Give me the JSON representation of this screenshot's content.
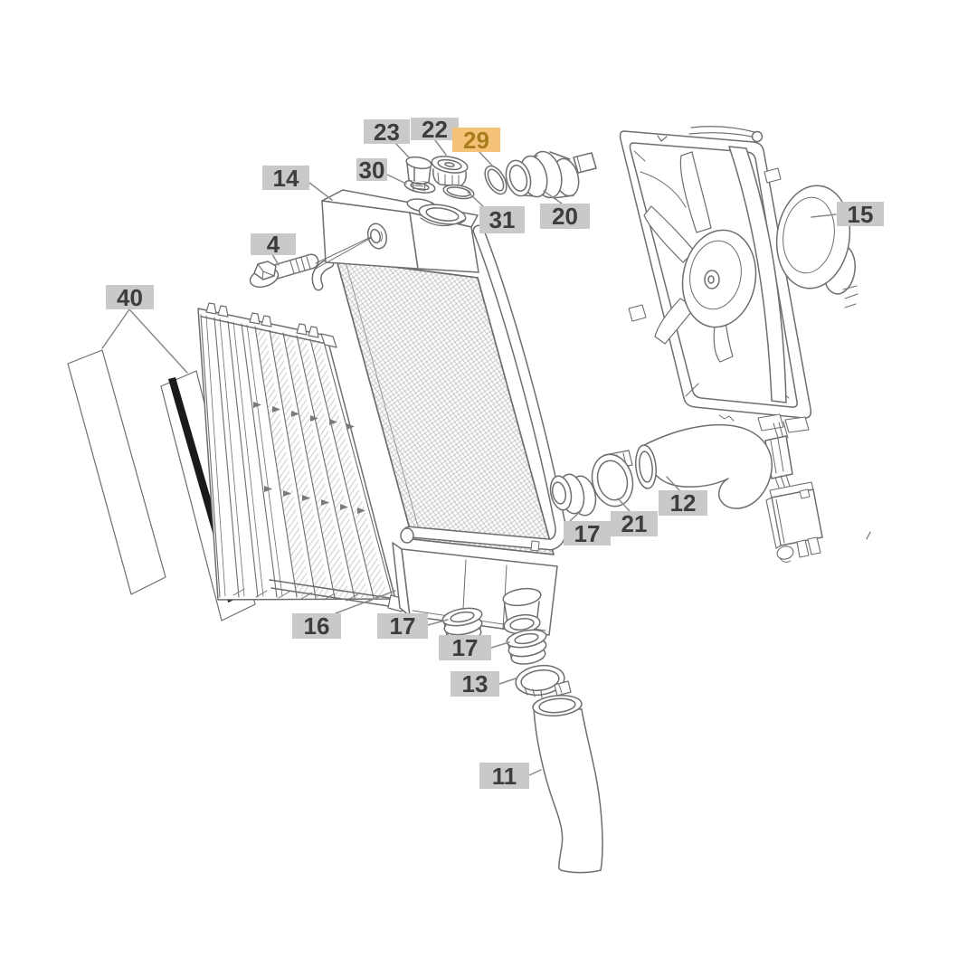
{
  "diagram": {
    "type": "exploded-parts-diagram",
    "highlighted_callout": "29",
    "colors": {
      "background": "#ffffff",
      "callout_bg": "#c9c9c9",
      "callout_text": "#3d3d3d",
      "highlight_bg": "#f5c377",
      "highlight_text": "#a87d1e",
      "line": "#6e6e6e",
      "leader": "#8a8a8a",
      "decal_stripe": "#1a1a1a"
    },
    "callouts": [
      {
        "label": "23",
        "highlighted": false
      },
      {
        "label": "22",
        "highlighted": false
      },
      {
        "label": "29",
        "highlighted": true
      },
      {
        "label": "14",
        "highlighted": false
      },
      {
        "label": "30",
        "highlighted": false
      },
      {
        "label": "31",
        "highlighted": false
      },
      {
        "label": "20",
        "highlighted": false
      },
      {
        "label": "15",
        "highlighted": false
      },
      {
        "label": "4",
        "highlighted": false
      },
      {
        "label": "40",
        "highlighted": false
      },
      {
        "label": "12",
        "highlighted": false
      },
      {
        "label": "17",
        "highlighted": false
      },
      {
        "label": "21",
        "highlighted": false
      },
      {
        "label": "16",
        "highlighted": false
      },
      {
        "label": "17",
        "highlighted": false
      },
      {
        "label": "17",
        "highlighted": false
      },
      {
        "label": "13",
        "highlighted": false
      },
      {
        "label": "11",
        "highlighted": false
      }
    ]
  }
}
